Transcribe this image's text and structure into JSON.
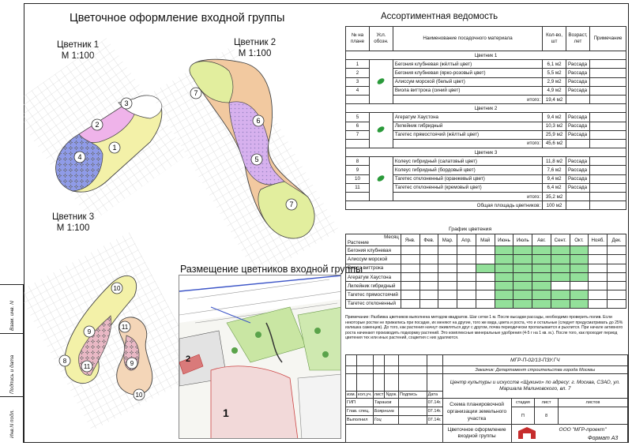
{
  "sheet": {
    "title": "Цветочное оформление входной группы",
    "format_label": "Формат А3",
    "placement_title": "Размещение цветников  входной группы"
  },
  "beds": {
    "bed1": {
      "name": "Цветник 1",
      "scale": "М 1:100"
    },
    "bed2": {
      "name": "Цветник 2",
      "scale": "М 1:100"
    },
    "bed3": {
      "name": "Цветник 3",
      "scale": "М 1:100"
    }
  },
  "assortment": {
    "title": "Ассортиментная ведомость",
    "headers": [
      "№ на плане",
      "Усл. обозн.",
      "Наименование посадочного материала",
      "Кол-во, шт",
      "Возраст, лет",
      "Примечание"
    ],
    "groups": [
      {
        "name": "Цветник 1",
        "rows": [
          {
            "no": "1",
            "name": "Бегония клубневая (жёлтый цвет)",
            "qty": "6,1 м2",
            "age": "Рассада"
          },
          {
            "no": "2",
            "name": "Бегония клубневая (ярко-розовый цвет)",
            "qty": "5,5 м2",
            "age": "Рассада"
          },
          {
            "no": "3",
            "name": "Алиссум морской (белый цвет)",
            "qty": "2,9 м2",
            "age": "Рассада"
          },
          {
            "no": "4",
            "name": "Виола виттрока (синий цвет)",
            "qty": "4,9 м2",
            "age": "Рассада"
          }
        ],
        "total_label": "итого:",
        "total": "19,4 м2"
      },
      {
        "name": "Цветник 2",
        "rows": [
          {
            "no": "5",
            "name": "Агератум Хаустона",
            "qty": "9,4 м2",
            "age": "Рассада"
          },
          {
            "no": "6",
            "name": "Лилейник гибридный",
            "qty": "10,3 м2",
            "age": "Рассада"
          },
          {
            "no": "7",
            "name": "Тагетес прямостоячий (жёлтый цвет)",
            "qty": "25,9 м2",
            "age": "Рассада"
          }
        ],
        "total_label": "итого:",
        "total": "45,6 м2"
      },
      {
        "name": "Цветник 3",
        "rows": [
          {
            "no": "8",
            "name": "Колеус гибридный (салатовый цвет)",
            "qty": "11,8 м2",
            "age": "Рассада"
          },
          {
            "no": "9",
            "name": "Колеус гибридный (бордовый цвет)",
            "qty": "7,6 м2",
            "age": "Рассада"
          },
          {
            "no": "10",
            "name": "Тагетес отклоненный (оранжевый цвет)",
            "qty": "9,4 м2",
            "age": "Рассада"
          },
          {
            "no": "11",
            "name": "Тагетес отклоненный (кремовый цвет)",
            "qty": "6,4 м2",
            "age": "Рассада"
          }
        ],
        "total_label": "итого:",
        "total": "35,2 м2"
      }
    ],
    "grand_total_label": "Общая площадь цветников:",
    "grand_total": "100 м2"
  },
  "schedule": {
    "title": "График цветения",
    "corner_month": "Месяц",
    "corner_plant": "Растение",
    "months": [
      "Янв.",
      "Фев.",
      "Мар.",
      "Апр.",
      "Май",
      "Июнь",
      "Июль",
      "Авг.",
      "Сент.",
      "Окт.",
      "Нояб.",
      "Дек."
    ],
    "plants": [
      {
        "name": "Бегония клубневая",
        "bloom": [
          0,
          0,
          0,
          0,
          0,
          1,
          1,
          1,
          1,
          1,
          0,
          0
        ]
      },
      {
        "name": "Алиссум морской",
        "bloom": [
          0,
          0,
          0,
          0,
          0,
          1,
          1,
          1,
          1,
          1,
          0,
          0
        ]
      },
      {
        "name": "Виола виттрока",
        "bloom": [
          0,
          0,
          0,
          0,
          1,
          1,
          1,
          1,
          1,
          1,
          0,
          0
        ]
      },
      {
        "name": "Агератум Хаустона",
        "bloom": [
          0,
          0,
          0,
          0,
          0,
          1,
          1,
          1,
          1,
          1,
          0,
          0
        ]
      },
      {
        "name": "Лилейник гибридный",
        "bloom": [
          0,
          0,
          0,
          0,
          0,
          1,
          1,
          1,
          0,
          0,
          0,
          0
        ]
      },
      {
        "name": "Тагетес прямостоячий",
        "bloom": [
          0,
          0,
          0,
          0,
          0,
          1,
          1,
          1,
          1,
          1,
          0,
          0
        ]
      },
      {
        "name": "Тагетес отклоненный",
        "bloom": [
          0,
          0,
          0,
          0,
          0,
          1,
          1,
          1,
          1,
          1,
          0,
          0
        ]
      }
    ]
  },
  "note": "Примечание: Разбивка цветников выполнена методом квадратов. Шаг сетки 1 м. После высадки рассады, необходимо проверить полив. Если некоторые ростки не прижились при посадке, их меняют на другие, того же вида, цвета и роста, что и остальные (следует предусматривать до 25% излишка саженцев). До того, как растения начнут оживляться друг с другом, почва периодически пропалывается и рыхлится. При начале активного роста начинают производить подкормку растений. Это комплексные минеральные удобрения (4-5 г на 1 кв. м.). После того, как проходит период цветения тех или иных растений, соцветия с них удаляются.",
  "stamp": {
    "code": "МГР-П-02/13-ПЗУ.ГЧ",
    "customer": "Заказчик: Департамент строительства города Москвы",
    "object": "Центр культуры и искусств «Щукино» по адресу: г. Москва, СЗАО, ул. Маршала Малиновского, вл. 7",
    "cols": [
      "изм.",
      "кол.уч.",
      "лист",
      "Nдок.",
      "Подпись",
      "Дата"
    ],
    "sheet_name": "Схема планировочной организации земельного участка",
    "stage_label": "стадия",
    "sheet_label": "лист",
    "sheets_label": "листов",
    "stage": "П",
    "sheet_no": "8",
    "sheets": "",
    "drawing_name": "Цветочное оформление входной группы",
    "company": "ООО \"МГР-проект\"",
    "people": [
      {
        "role": "ГИП",
        "name": "Тараиов",
        "date": "07.14г."
      },
      {
        "role": "Глав. спец.",
        "name": "Боярнина",
        "date": "07.14г."
      },
      {
        "role": "Выполнил",
        "name": "Гоц",
        "date": "07.14г."
      }
    ]
  },
  "side_strip": {
    "inv_orig": "Инв.N подл.",
    "sign_date": "Подпись и дата",
    "replace_inv": "Взам. инв. N"
  },
  "map": {
    "label_big": "1",
    "label_mid": "2"
  },
  "colors": {
    "yellow": "#f3f1a8",
    "pink": "#efb3ea",
    "blue": "#8f9be8",
    "orange_peach": "#f2c9a0",
    "lilac": "#d7b1ee",
    "salad": "#e2ee9e",
    "bordeaux": "#e9b8c5",
    "orange": "#f4d6b8",
    "cream": "#f7f3d8",
    "bloom_green": "#93e09a"
  }
}
